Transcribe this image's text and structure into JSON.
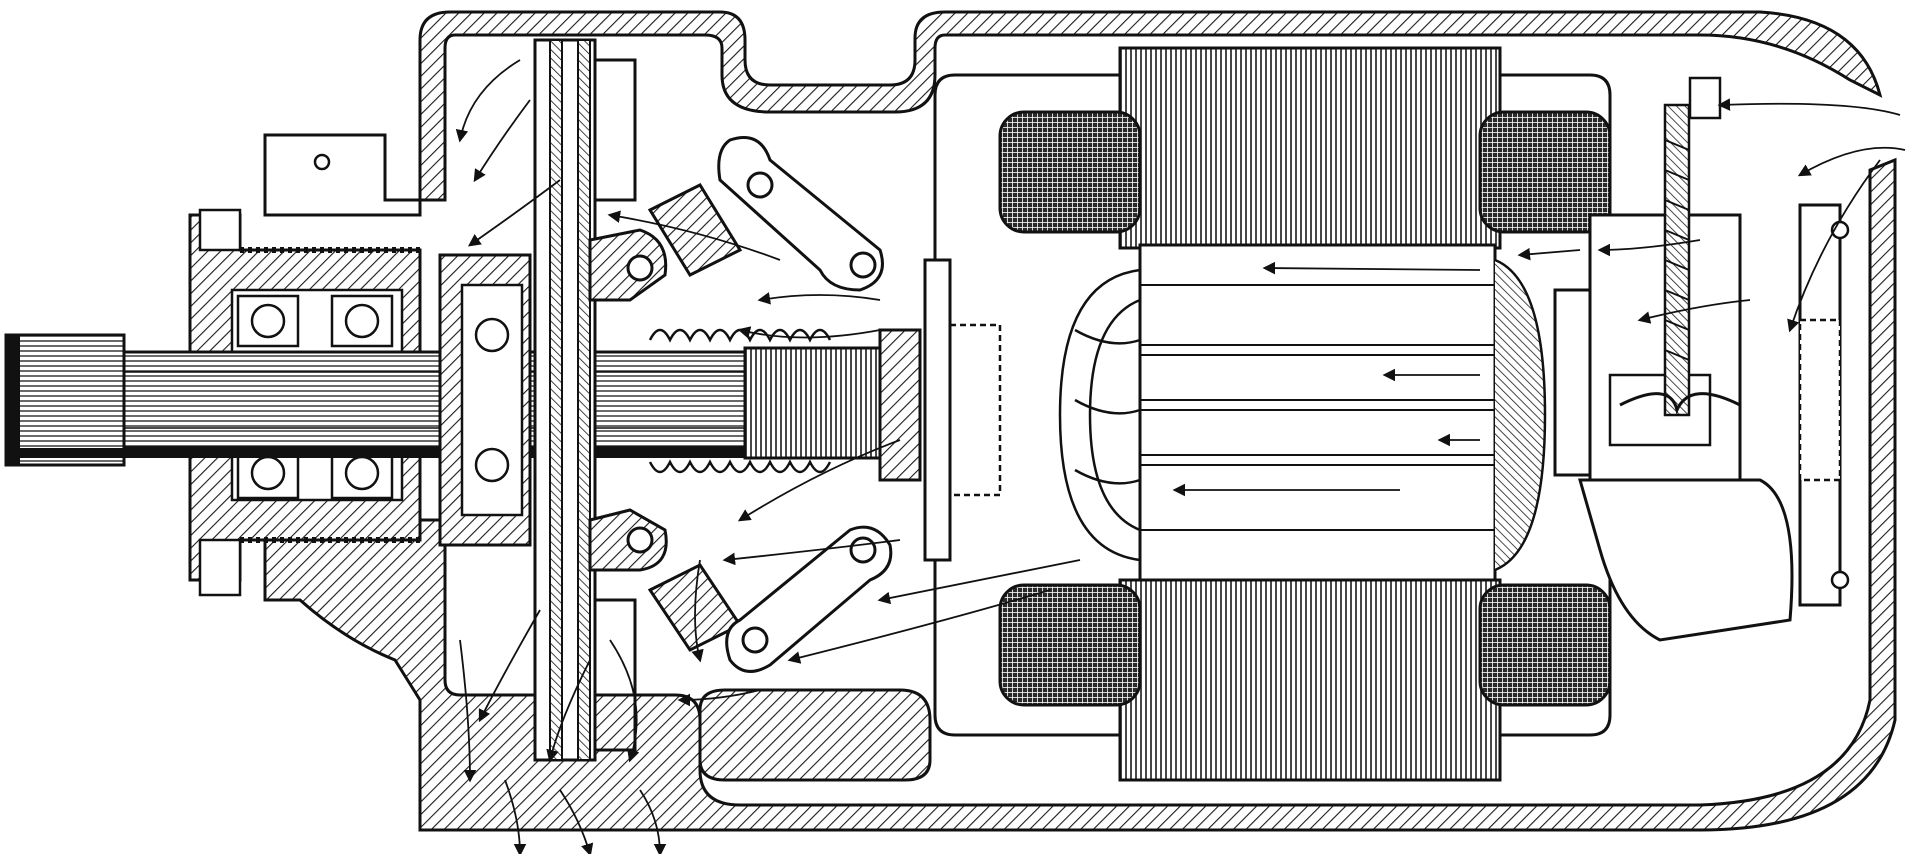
{
  "diagram": {
    "subject": "cutaway-electric-motor",
    "style": "line-engraving",
    "colors": {
      "ink": "#111111",
      "paper": "#ffffff",
      "hatch": "#1a1a1a"
    },
    "parts": [
      "output-shaft",
      "ball-bearings",
      "centrifugal-clutch-plate",
      "clutch-weights",
      "compression-spring",
      "stator-laminations",
      "stator-coils",
      "rotor-armature",
      "commutator",
      "brush-holder",
      "terminal-bolt",
      "housing"
    ]
  }
}
